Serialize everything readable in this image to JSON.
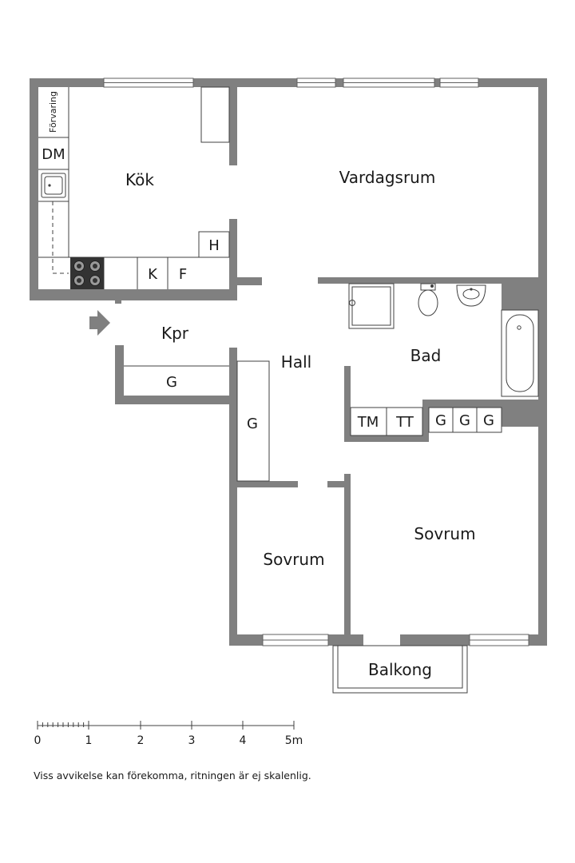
{
  "rooms": {
    "kitchen": "Kök",
    "living": "Vardagsrum",
    "closet_entry": "Kpr",
    "hall": "Hall",
    "bath": "Bad",
    "bedroom_small": "Sovrum",
    "bedroom_large": "Sovrum",
    "balcony": "Balkong"
  },
  "fixtures": {
    "storage": "Förvaring",
    "dishwasher": "DM",
    "fridge": "K",
    "freezer": "F",
    "h_unit": "H",
    "wardrobe_kpr": "G",
    "wardrobe_hall": "G",
    "washer": "TM",
    "dryer": "TT",
    "wardrobe_bath_1": "G",
    "wardrobe_bath_2": "G",
    "wardrobe_bath_3": "G"
  },
  "scale": {
    "labels": [
      "0",
      "1",
      "2",
      "3",
      "4",
      "5m"
    ]
  },
  "disclaimer": "Viss avvikelse kan förekomma, ritningen är ej skalenlig.",
  "colors": {
    "wall": "#808080",
    "line": "#404040",
    "cooktop": "#333333",
    "arrow": "#808080"
  }
}
